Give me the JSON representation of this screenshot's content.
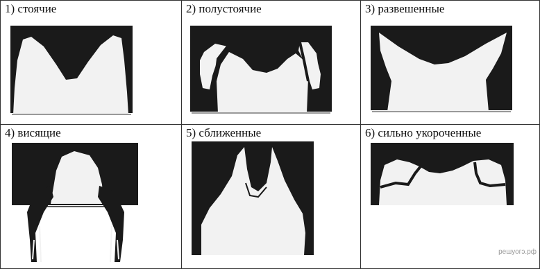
{
  "cells": [
    {
      "label": "1) стоячие",
      "icon": "erect-ears-icon"
    },
    {
      "label": "2) полустоячие",
      "icon": "semi-erect-ears-icon"
    },
    {
      "label": "3) развешенные",
      "icon": "spread-ears-icon"
    },
    {
      "label": "4) висящие",
      "icon": "hanging-ears-icon"
    },
    {
      "label": "5) сближенные",
      "icon": "close-set-ears-icon"
    },
    {
      "label": "6) сильно укороченные",
      "icon": "cropped-ears-icon"
    }
  ],
  "watermark": "решуогэ.рф",
  "colors": {
    "silhouette_bg": "#1a1a1a",
    "silhouette_fg": "#f2f2f2",
    "border": "#333333"
  }
}
